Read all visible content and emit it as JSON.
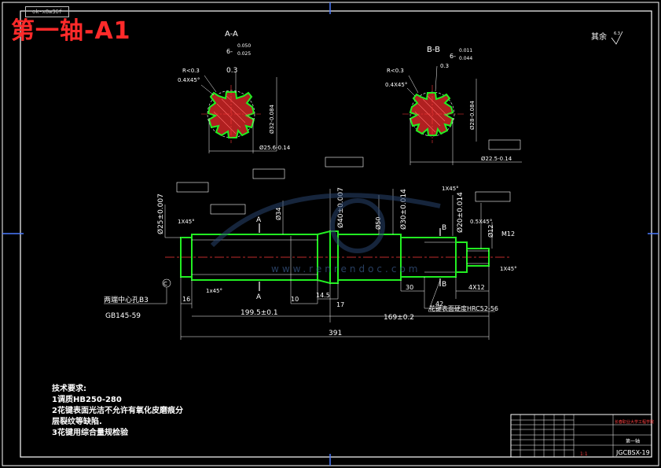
{
  "drawing": {
    "stamp_text": "ok-x8w36f",
    "title": "第一轴-A1",
    "watermark": "www.renrendoc.com",
    "surface_note": "其余",
    "roughness_symbol": "6.3",
    "sections": [
      {
        "name": "A-A",
        "tolerance_upper": "0.050",
        "tolerance_lower": "0.025",
        "tol_prefix": "6-",
        "fillet": "R<0.3",
        "chamfer": "0.4X45°",
        "flank": "0.3",
        "dia_major": "Ø32-0.084",
        "dia_minor": "Ø25.6-0.14"
      },
      {
        "name": "B-B",
        "tolerance_upper": "0.011",
        "tolerance_lower": "0.044",
        "tol_prefix": "6-",
        "fillet": "R<0.3",
        "chamfer": "0.4X45°",
        "flank": "0.3",
        "dia_major": "Ø28-0.084",
        "dia_minor": "Ø22.5-0.14"
      }
    ],
    "shaft": {
      "dims_horizontal": [
        "16",
        "1x45°",
        "10",
        "14.5",
        "17",
        "30",
        "4X12",
        "42"
      ],
      "dim_long_left": "199.5±0.1",
      "dim_long_right": "169±0.2",
      "dim_total": "391",
      "dims_vertical": [
        "Ø25±0.007",
        "Ø34",
        "Ø40±0.007",
        "Ø50",
        "Ø30±0.014",
        "Ø20±0.014",
        "Ø12",
        "M12"
      ],
      "chamfer_labels": [
        "1X45°",
        "1X45°",
        "0.5X45°",
        "1X45°"
      ],
      "section_marks": [
        "A",
        "A",
        "B",
        "B"
      ],
      "center_hole_note": "两端中心孔B3",
      "center_hole_std": "GB145-59",
      "spline_note": "花键表面硬度HRC52-56",
      "letter_c": "C"
    },
    "tech_req": {
      "heading": "技术要求:",
      "items": [
        "1调质HB250-280",
        "2花键表面光洁不允许有氧化皮磨痕分",
        "层裂纹等缺陷.",
        "3花键用综合量规检验"
      ]
    },
    "title_block": {
      "school": "长春职业大学工程学院",
      "part_name": "第一轴",
      "drawing_no": "JGCBSX-19",
      "scale": "1:1"
    }
  }
}
